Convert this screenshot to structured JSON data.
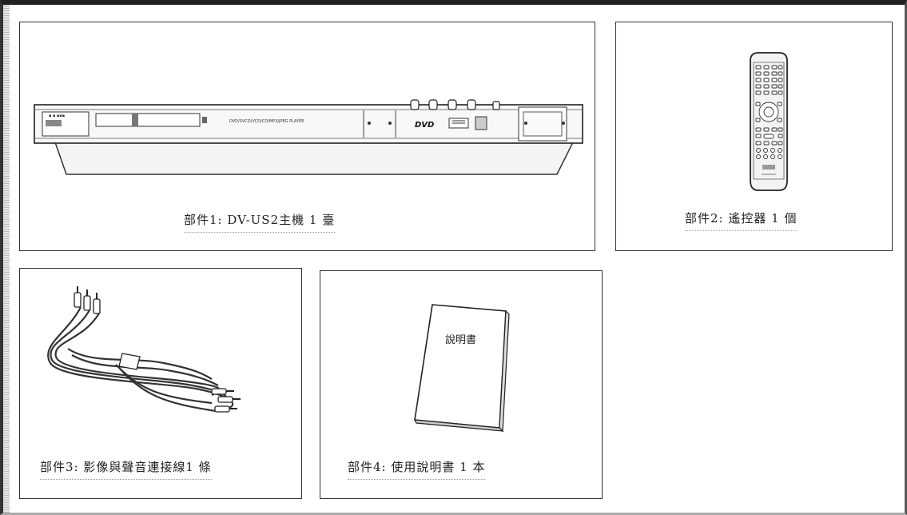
{
  "parts": [
    {
      "caption": "部件1: DV-US2主機 1 臺",
      "image": "dvd-player-illustration"
    },
    {
      "caption": "部件2: 遙控器 1 個",
      "image": "remote-control-illustration"
    },
    {
      "caption": "部件3: 影像與聲音連接線1 條",
      "image": "av-cable-illustration"
    },
    {
      "caption": "部件4: 使用說明書 1 本",
      "image": "manual-booklet-illustration"
    }
  ],
  "manual_cover_text": "說明書",
  "player_panel_text": "DVD/SVCD/VCD/CD/MP3/JPEG PLAYER",
  "player_logo_text": "DVD"
}
